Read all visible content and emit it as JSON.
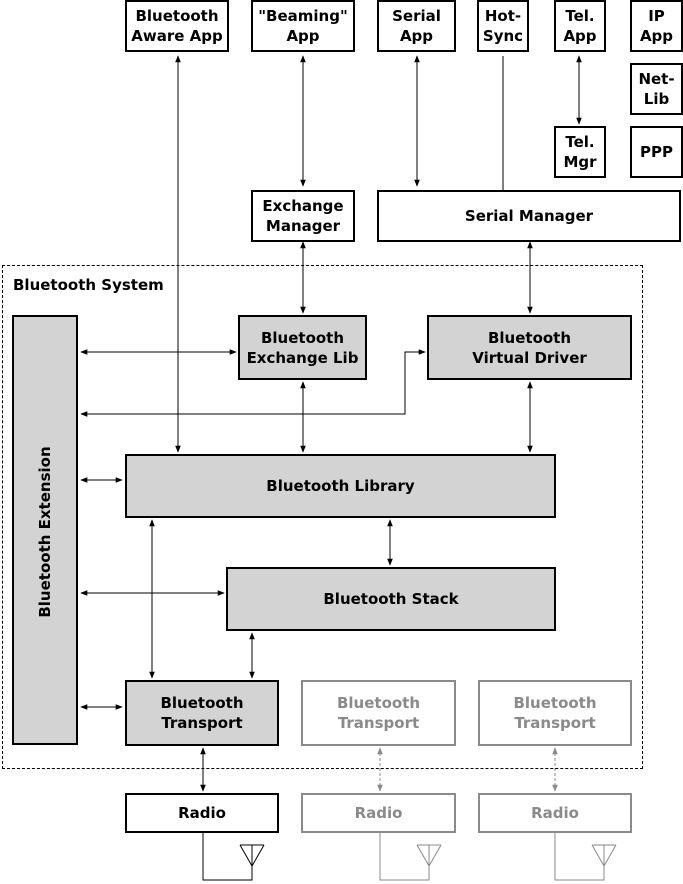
{
  "apps": {
    "bt_aware": "Bluetooth\nAware App",
    "beaming": "\"Beaming\"\nApp",
    "serial": "Serial\nApp",
    "hotsync": "Hot-\nSync",
    "tel_app": "Tel.\nApp",
    "ip_app": "IP\nApp",
    "netlib": "Net-\nLib",
    "tel_mgr": "Tel.\nMgr",
    "ppp": "PPP"
  },
  "managers": {
    "exchange": "Exchange\nManager",
    "serial": "Serial Manager"
  },
  "system": {
    "label": "Bluetooth System",
    "extension": "Bluetooth Extension",
    "exchange_lib": "Bluetooth\nExchange Lib",
    "virtual_driver": "Bluetooth\nVirtual Driver",
    "library": "Bluetooth Library",
    "stack": "Bluetooth Stack",
    "transport": "Bluetooth\nTransport",
    "transport_alt1": "Bluetooth\nTransport",
    "transport_alt2": "Bluetooth\nTransport"
  },
  "radios": {
    "radio": "Radio",
    "radio_alt1": "Radio",
    "radio_alt2": "Radio"
  },
  "colors": {
    "box_fill": "#d3d3d3",
    "faded": "#8a8a8a",
    "line": "#000000"
  }
}
